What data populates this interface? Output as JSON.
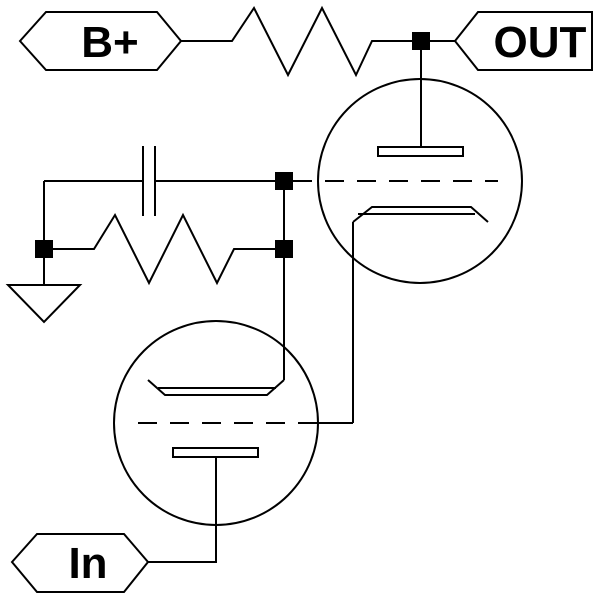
{
  "diagram": {
    "type": "vacuum-tube-circuit-schematic",
    "colors": {
      "ink": "#000000",
      "background": "#ffffff"
    },
    "terminals": [
      {
        "id": "bplus",
        "label": "B+"
      },
      {
        "id": "out",
        "label": "OUT"
      },
      {
        "id": "in",
        "label": "In"
      }
    ],
    "components": [
      {
        "id": "tube-upper",
        "kind": "triode"
      },
      {
        "id": "tube-lower",
        "kind": "triode"
      },
      {
        "id": "plate-load-resistor",
        "kind": "resistor"
      },
      {
        "id": "grid-resistor",
        "kind": "resistor"
      },
      {
        "id": "bypass-capacitor",
        "kind": "capacitor"
      },
      {
        "id": "ground",
        "kind": "ground"
      }
    ]
  }
}
